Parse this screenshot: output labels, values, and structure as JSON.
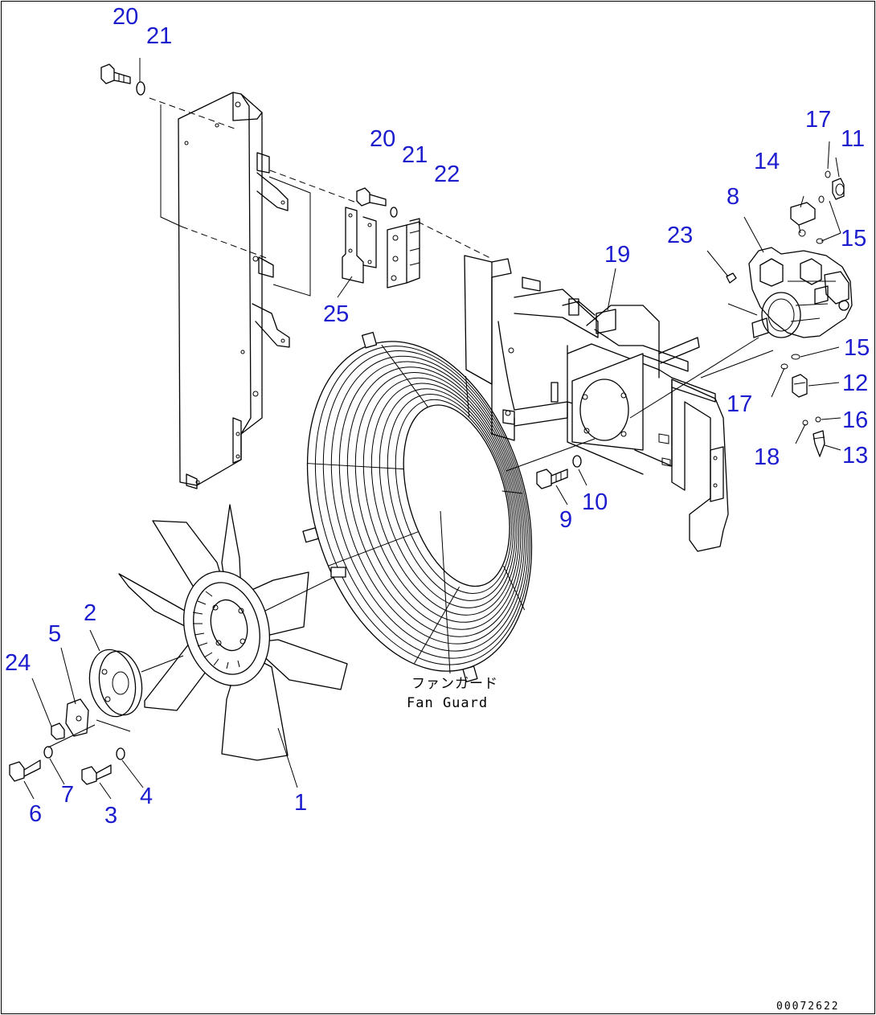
{
  "diagram": {
    "callouts": [
      {
        "id": "c20a",
        "label": "20"
      },
      {
        "id": "c21a",
        "label": "21"
      },
      {
        "id": "c20b",
        "label": "20"
      },
      {
        "id": "c21b",
        "label": "21"
      },
      {
        "id": "c22",
        "label": "22"
      },
      {
        "id": "c25",
        "label": "25"
      },
      {
        "id": "c19",
        "label": "19"
      },
      {
        "id": "c23",
        "label": "23"
      },
      {
        "id": "c8",
        "label": "8"
      },
      {
        "id": "c14",
        "label": "14"
      },
      {
        "id": "c17a",
        "label": "17"
      },
      {
        "id": "c11",
        "label": "11"
      },
      {
        "id": "c15a",
        "label": "15"
      },
      {
        "id": "c15b",
        "label": "15"
      },
      {
        "id": "c12",
        "label": "12"
      },
      {
        "id": "c17b",
        "label": "17"
      },
      {
        "id": "c16",
        "label": "16"
      },
      {
        "id": "c18",
        "label": "18"
      },
      {
        "id": "c13",
        "label": "13"
      },
      {
        "id": "c9",
        "label": "9"
      },
      {
        "id": "c10",
        "label": "10"
      },
      {
        "id": "c2",
        "label": "2"
      },
      {
        "id": "c5",
        "label": "5"
      },
      {
        "id": "c24",
        "label": "24"
      },
      {
        "id": "c7",
        "label": "7"
      },
      {
        "id": "c6",
        "label": "6"
      },
      {
        "id": "c3",
        "label": "3"
      },
      {
        "id": "c4",
        "label": "4"
      },
      {
        "id": "c1",
        "label": "1"
      }
    ],
    "fan_guard_jp": "ファンガード",
    "fan_guard_en": "Fan Guard",
    "drawing_code": "00072622",
    "callout_color": "#1c1ccf"
  }
}
